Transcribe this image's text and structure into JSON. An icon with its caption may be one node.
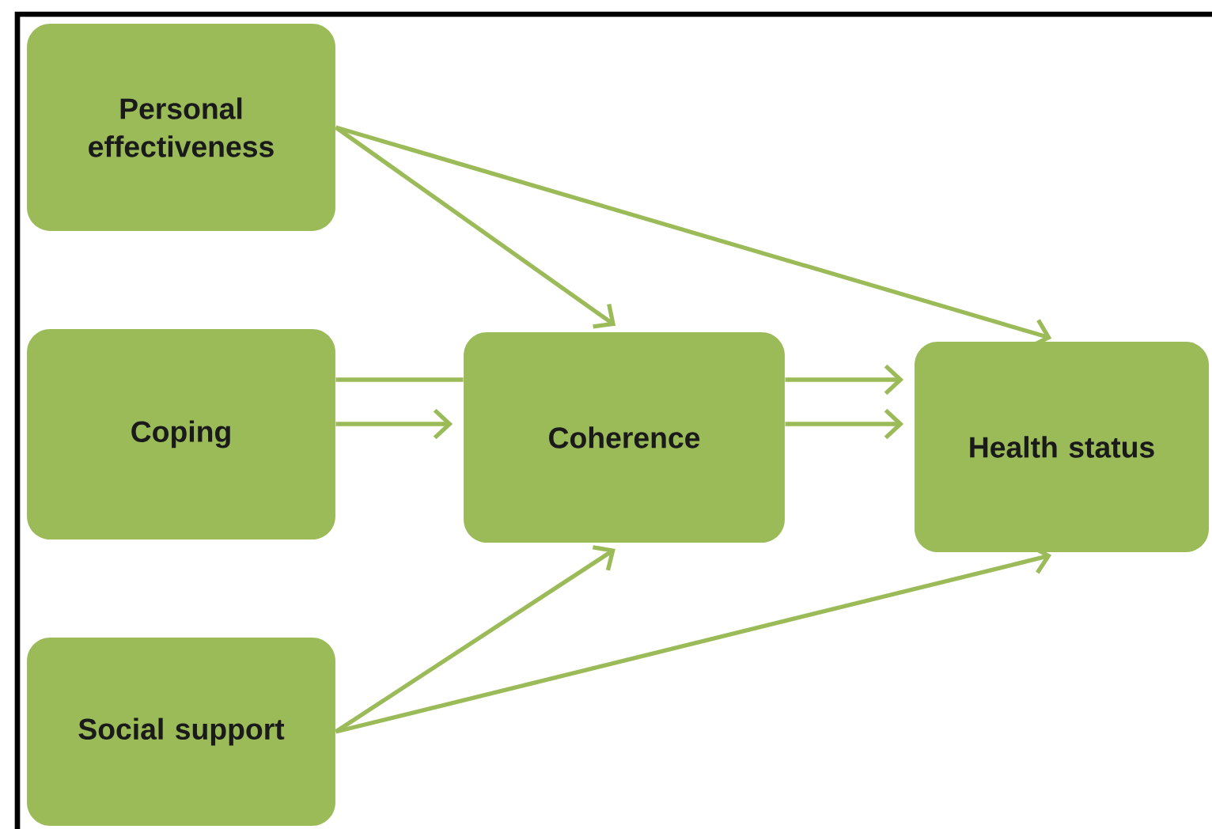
{
  "diagram": {
    "nodes": [
      {
        "text": [
          "Personal effectiveness"
        ]
      },
      {
        "text": [
          "Coping"
        ]
      },
      {
        "text": [
          "Coherence"
        ]
      },
      {
        "text": [
          "Health status"
        ]
      },
      {
        "text": [
          "Social support"
        ]
      }
    ],
    "edges": [
      {
        "from": 0,
        "to": 2,
        "arrow": "to"
      },
      {
        "from": 0,
        "to": 3,
        "arrow": "to"
      },
      {
        "from": 1,
        "to": 2,
        "arrow": "none"
      },
      {
        "from": 2,
        "to": 3,
        "arrow": "to"
      },
      {
        "from": 1,
        "to": 2,
        "arrow": "to"
      },
      {
        "from": 2,
        "to": 3,
        "arrow": "to"
      },
      {
        "from": 4,
        "to": 2,
        "arrow": "to"
      },
      {
        "from": 4,
        "to": 3,
        "arrow": "to"
      }
    ]
  }
}
